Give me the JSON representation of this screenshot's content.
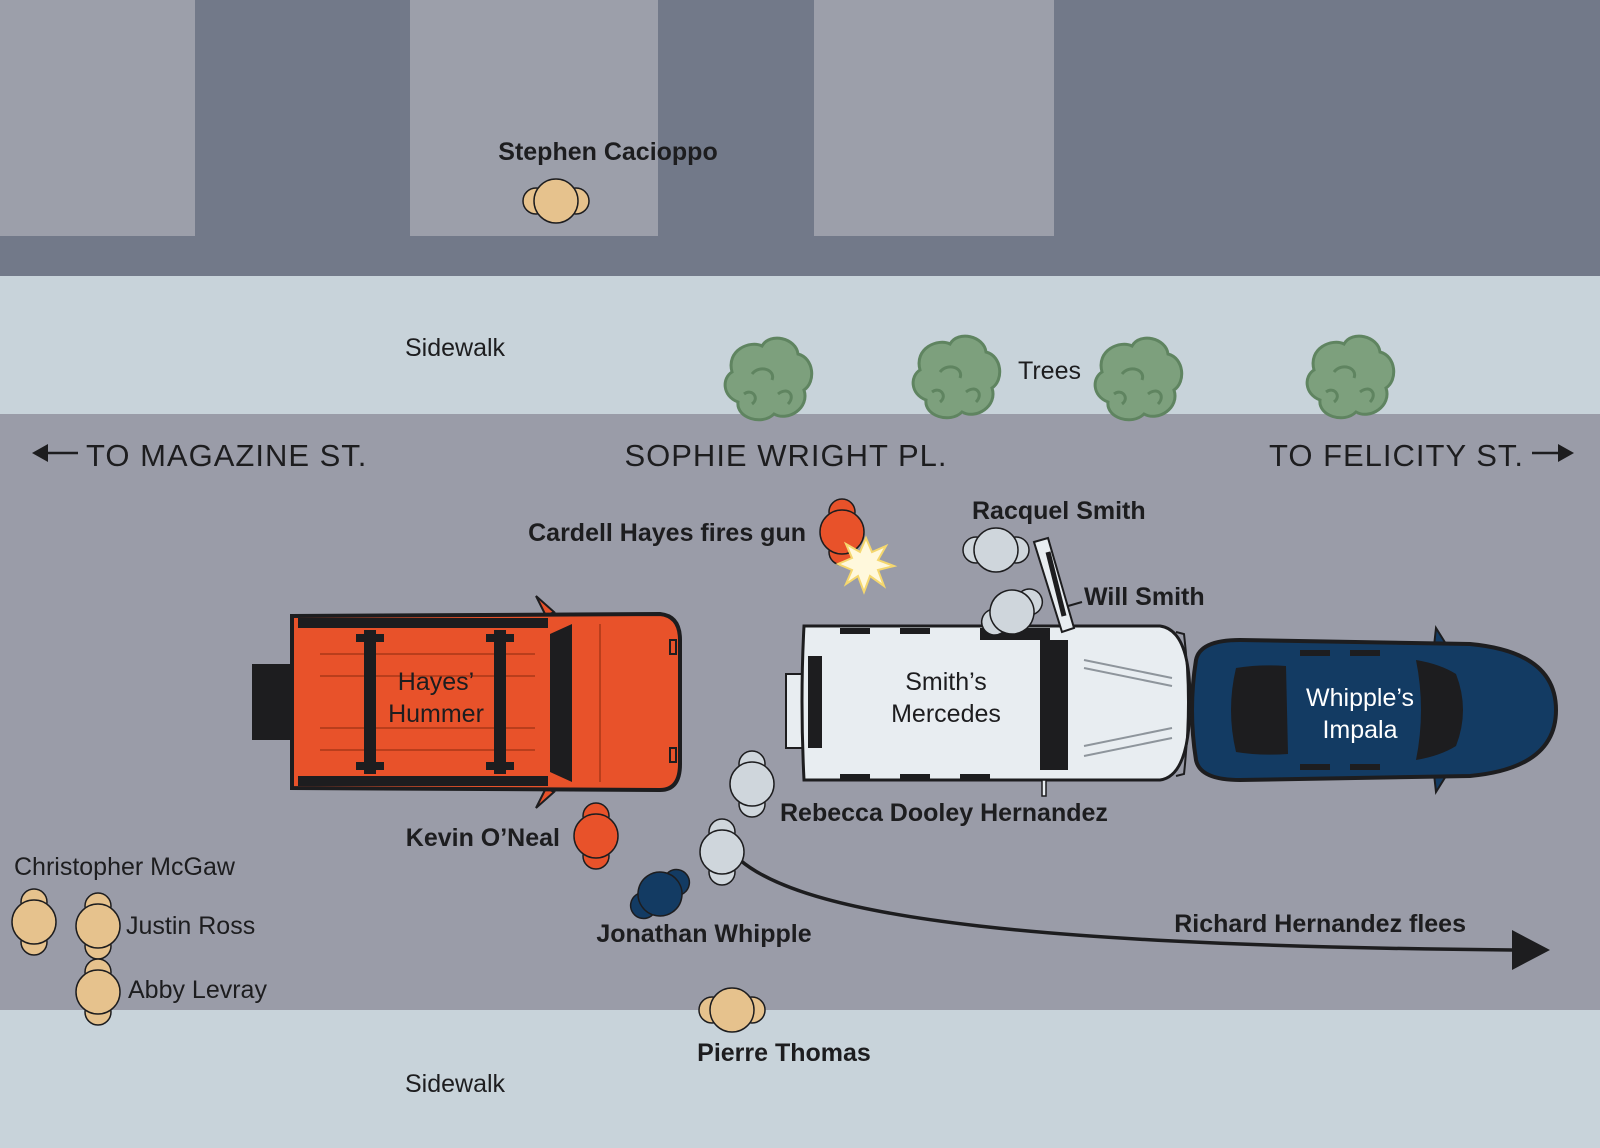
{
  "street": {
    "name": "SOPHIE WRIGHT PL.",
    "west": "TO MAGAZINE ST.",
    "east": "TO FELICITY ST."
  },
  "areas": {
    "sidewalk_top": "Sidewalk",
    "sidewalk_bottom": "Sidewalk",
    "trees": "Trees"
  },
  "vehicles": {
    "hummer": [
      "Hayes’",
      "Hummer"
    ],
    "mercedes": [
      "Smith’s",
      "Mercedes"
    ],
    "impala": [
      "Whipple’s",
      "Impala"
    ]
  },
  "people": {
    "stephen": "Stephen Cacioppo",
    "cardell": "Cardell Hayes fires gun",
    "racquel": "Racquel Smith",
    "will": "Will Smith",
    "rebecca": "Rebecca Dooley Hernandez",
    "kevin": "Kevin O’Neal",
    "christopher": "Christopher McGaw",
    "justin": "Justin Ross",
    "abby": "Abby Levray",
    "jonathan": "Jonathan Whipple",
    "richard": "Richard Hernandez flees",
    "pierre": "Pierre Thomas"
  },
  "colors": {
    "hayes_group": "#e8522a",
    "smith_group": "#cfd6dc",
    "whipple_group": "#133b63",
    "bystander": "#e6c28d",
    "street": "#9a9ca8",
    "sidewalk": "#c8d3da",
    "buildings_dark": "#727989",
    "buildings_light": "#9c9faa",
    "tree": "#7da07d"
  }
}
